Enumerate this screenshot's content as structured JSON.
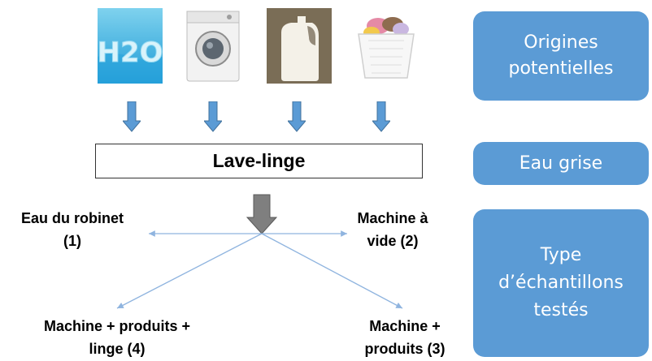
{
  "images": [
    {
      "icon": "h2o-water-image",
      "caption": "H2O"
    },
    {
      "icon": "washing-machine-image"
    },
    {
      "icon": "detergent-bottle-image"
    },
    {
      "icon": "laundry-basket-image"
    }
  ],
  "main_box": {
    "label": "Lave-linge"
  },
  "side_boxes": {
    "origins": {
      "line1": "Origines",
      "line2": "potentielles"
    },
    "grey_water": {
      "label": "Eau grise"
    },
    "samples": {
      "line1": "Type",
      "line2": "d’échantillons",
      "line3": "testés"
    }
  },
  "samples": {
    "tap": {
      "line1": "Eau du robinet",
      "line2": "(1)"
    },
    "empty_machine": {
      "line1": "Machine à",
      "line2": "vide (2)"
    },
    "machine_products_laundry": {
      "line1": "Machine + produits +",
      "line2": "linge (4)"
    },
    "machine_products": {
      "line1": "Machine +",
      "line2": "produits (3)"
    }
  },
  "colors": {
    "accent_blue": "#5b9bd5",
    "arrow_blue": "#5b9bd5",
    "arrow_grey": "#7f7f7f",
    "line_blue": "#8fb4df"
  }
}
